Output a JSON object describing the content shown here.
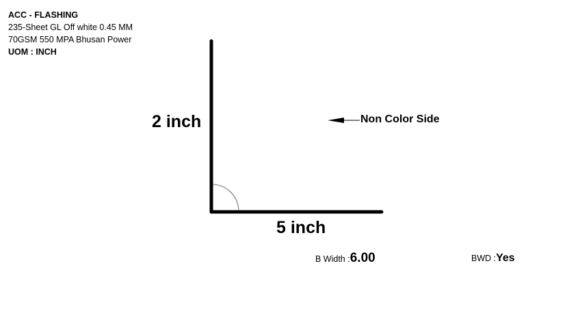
{
  "product": {
    "title": "ACC - FLASHING",
    "description": "235-Sheet GL Off white 0.45 MM 70GSM 550 MPA Bhusan Power",
    "uom": "UOM : INCH"
  },
  "diagram": {
    "vertical_label": "2 inch",
    "horizontal_label": "5 inch",
    "side_label": "Non Color Side"
  },
  "footer": {
    "b_width_label": "B Width :",
    "b_width_value": "6.00",
    "bwd_label": "BWD :",
    "bwd_value": "Yes"
  }
}
